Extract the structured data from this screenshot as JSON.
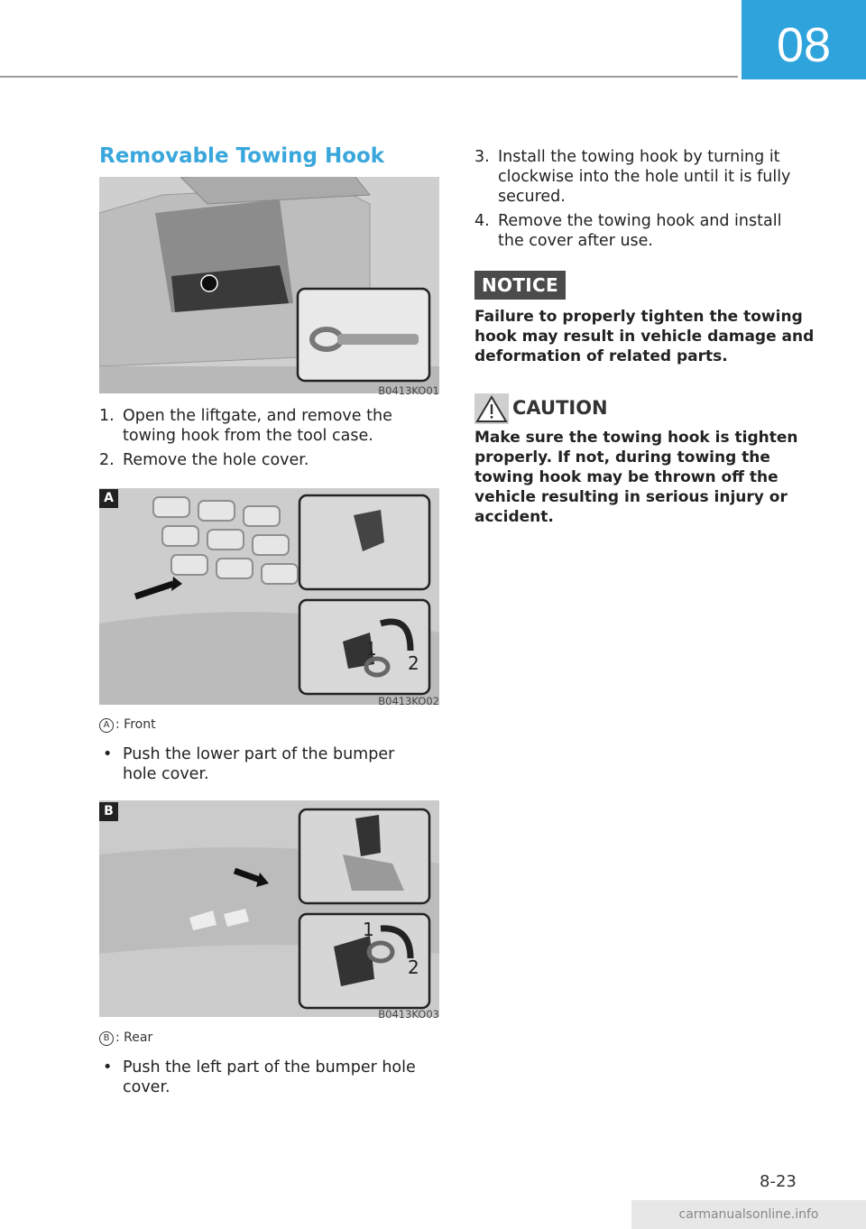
{
  "header": {
    "chapter": "08"
  },
  "section": {
    "title": "Removable Towing Hook"
  },
  "figures": [
    {
      "code": "B0413KO01"
    },
    {
      "code": "B0413KO02",
      "tag": "A",
      "callouts": [
        "1",
        "2"
      ]
    },
    {
      "code": "B0413KO03",
      "tag": "B",
      "callouts": [
        "1",
        "2"
      ]
    }
  ],
  "steps": [
    {
      "num": "1.",
      "text": "Open the liftgate, and remove the towing hook from the tool case."
    },
    {
      "num": "2.",
      "text": "Remove the hole cover."
    },
    {
      "num": "3.",
      "text": "Install the towing hook by turning it clockwise into the hole until it is fully secured."
    },
    {
      "num": "4.",
      "text": "Remove the towing hook and install the cover after use."
    }
  ],
  "front": {
    "marker": "A",
    "label": ": Front",
    "bullet": "Push the lower part of the bumper hole cover."
  },
  "rear": {
    "marker": "B",
    "label": ": Rear",
    "bullet": "Push the left part of the bumper hole cover."
  },
  "notice": {
    "tag": "NOTICE",
    "text": "Failure to properly tighten the towing hook may result in vehicle damage and deformation of related parts."
  },
  "caution": {
    "title": "CAUTION",
    "text": "Make sure the towing hook is tighten properly. If not, during towing the towing hook may be thrown off the vehicle resulting in serious injury or accident."
  },
  "footer": {
    "page": "8-23",
    "watermark": "carmanualsonline.info"
  },
  "colors": {
    "accent": "#2ea3dc",
    "heading": "#3aa7dc",
    "notice_bg": "#4b4b4b"
  }
}
